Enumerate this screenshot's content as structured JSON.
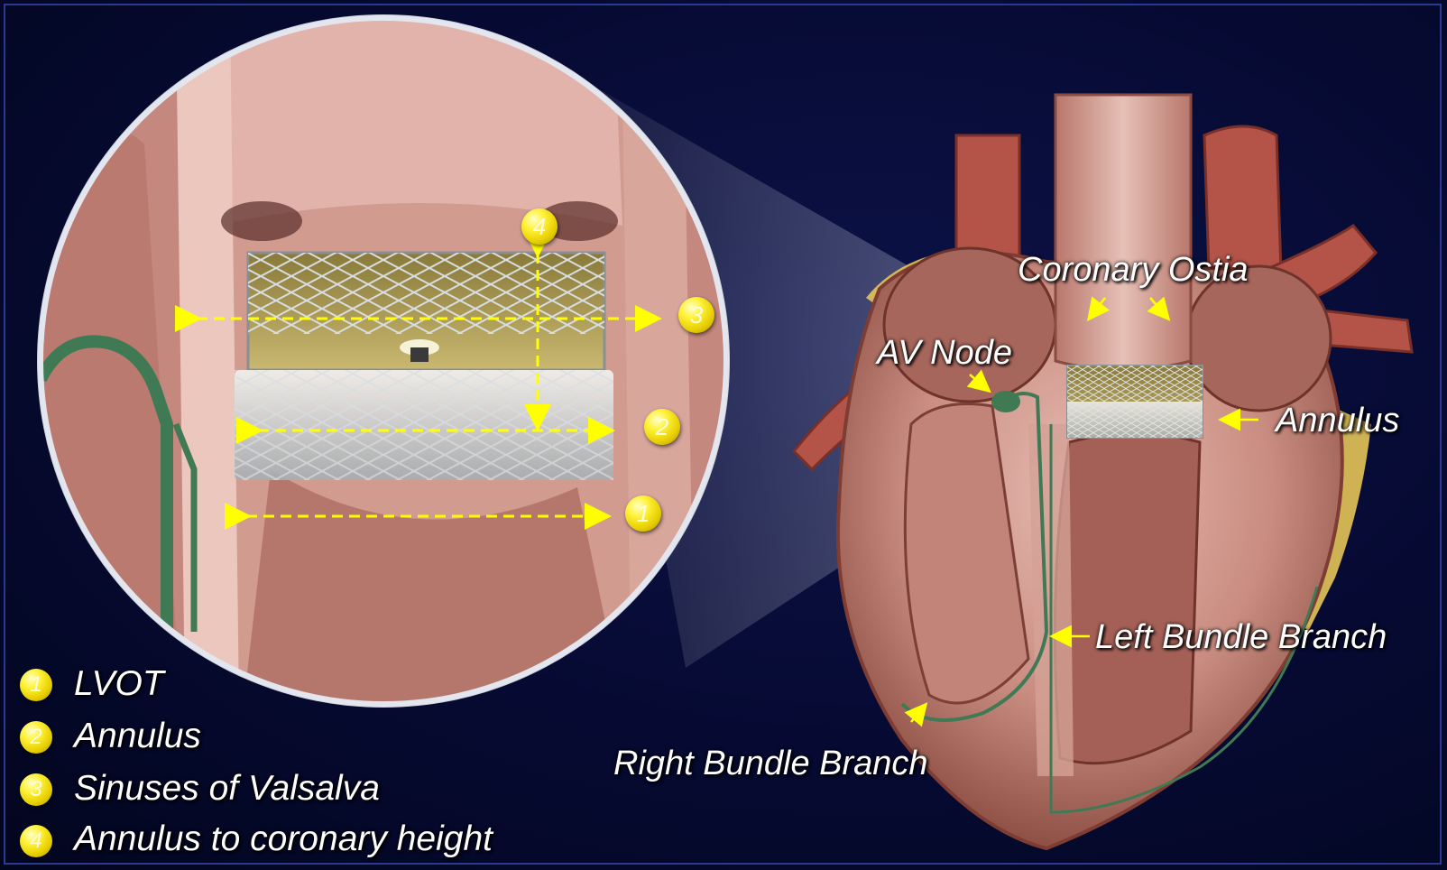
{
  "heart_labels": {
    "coronary_ostia": "Coronary Ostia",
    "av_node": "AV Node",
    "annulus": "Annulus",
    "left_bundle_branch": "Left Bundle Branch",
    "right_bundle_branch": "Right Bundle Branch"
  },
  "markers": [
    "1",
    "2",
    "3",
    "4"
  ],
  "legend": [
    {
      "num": "1",
      "text": "LVOT"
    },
    {
      "num": "2",
      "text": "Annulus"
    },
    {
      "num": "3",
      "text": "Sinuses of Valsalva"
    },
    {
      "num": "4",
      "text": "Annulus to coronary height"
    }
  ],
  "colors": {
    "background": "#060a32",
    "tissue": "#d9a79e",
    "muscle": "#b66b5e",
    "conduction": "#3f7a55",
    "marker": "#fff23a",
    "arrow": "#ffff00"
  }
}
